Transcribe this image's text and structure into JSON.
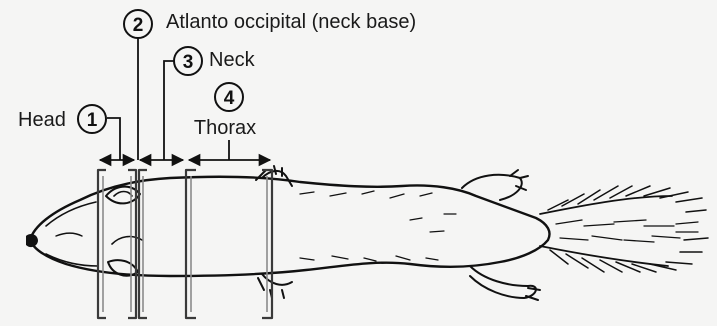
{
  "labels": {
    "head": "Head",
    "neck_base": "Atlanto occipital (neck base)",
    "neck": "Neck",
    "thorax": "Thorax"
  },
  "markers": {
    "head": "1",
    "neck_base": "2",
    "neck": "3",
    "thorax": "4"
  },
  "colors": {
    "background": "#f5f5f4",
    "ink": "#111111",
    "clamp": "#3a3a3a"
  }
}
